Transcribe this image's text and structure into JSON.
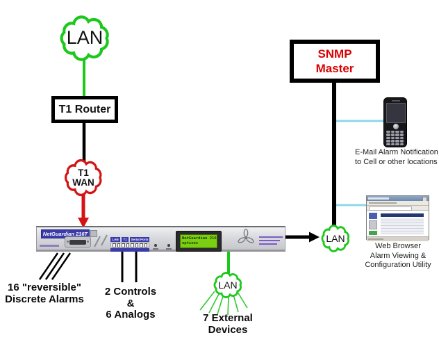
{
  "diagram": {
    "clouds": {
      "top_lan": {
        "label": "LAN"
      },
      "t1_wan": {
        "line1": "T1",
        "line2": "WAN"
      },
      "right_lan": {
        "label": "LAN"
      },
      "bottom_lan": {
        "label": "LAN"
      }
    },
    "boxes": {
      "t1_router": {
        "label": "T1 Router"
      },
      "snmp_master": {
        "line1": "SNMP",
        "line2": "Master"
      }
    },
    "device": {
      "name_plate": "NetGuardian 216T",
      "lcd_line1": "NetGuardian 216T",
      "lcd_line2": "options",
      "port_labels": [
        "LAN",
        "T1",
        "Serial Ports"
      ]
    },
    "captions": {
      "discrete": {
        "line1": "16 \"reversible\"",
        "line2": "Discrete Alarms"
      },
      "controls": {
        "line1": "2 Controls",
        "line2": "&",
        "line3": "6 Analogs"
      },
      "external": {
        "line1": "7 External",
        "line2": "Devices"
      },
      "email": {
        "line1": "E-Mail Alarm Notification",
        "line2": "to Cell or other locations"
      },
      "web": {
        "line1": "Web Browser",
        "line2": "Alarm Viewing &",
        "line3": "Configuration Utility"
      }
    },
    "colors": {
      "lan_green": "#1dc81d",
      "wan_red": "#d41414",
      "link_cyan": "#8ed7e8",
      "snmp_red": "#d90000",
      "line_black": "#000000"
    }
  }
}
